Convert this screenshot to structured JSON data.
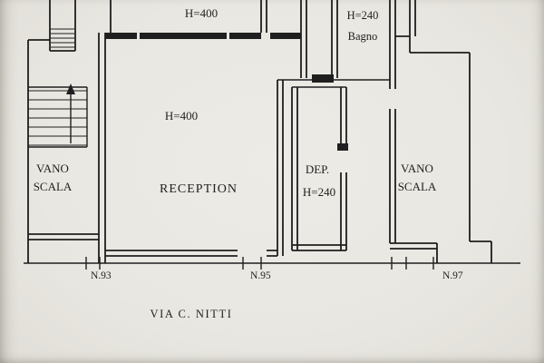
{
  "plan": {
    "rooms": {
      "top_room_height": "H=400",
      "bagno_height": "H=240",
      "bagno_name": "Bagno",
      "main_height": "H=400",
      "reception_name": "RECEPTION",
      "stairwell_left_line1": "VANO",
      "stairwell_left_line2": "SCALA",
      "dep_name": "DEP.",
      "dep_height": "H=240",
      "stairwell_right_line1": "VANO",
      "stairwell_right_line2": "SCALA"
    },
    "street_numbers": {
      "n93": "N.93",
      "n95": "N.95",
      "n97": "N.97"
    },
    "street_name": "VIA C. NITTI"
  },
  "colors": {
    "paper": "#e9e7e1",
    "ink": "#1f1f1f"
  }
}
